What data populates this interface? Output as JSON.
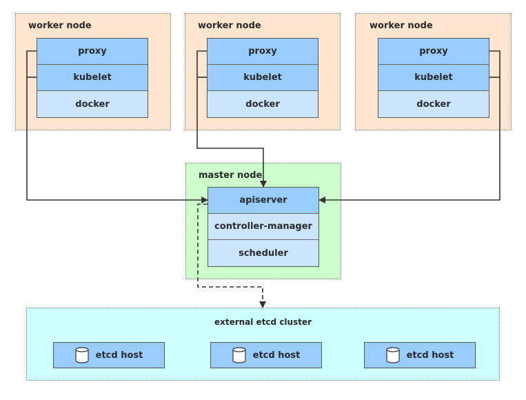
{
  "worker_nodes": [
    {
      "label": "worker node",
      "components": [
        "proxy",
        "kubelet",
        "docker"
      ]
    },
    {
      "label": "worker node",
      "components": [
        "proxy",
        "kubelet",
        "docker"
      ]
    },
    {
      "label": "worker node",
      "components": [
        "proxy",
        "kubelet",
        "docker"
      ]
    }
  ],
  "master_node": {
    "label": "master node",
    "components": [
      "apiserver",
      "controller-manager",
      "scheduler"
    ]
  },
  "etcd_cluster": {
    "label": "external etcd cluster",
    "hosts": [
      "etcd host",
      "etcd host",
      "etcd host"
    ]
  },
  "icons": {
    "etcd_host": "database-cylinder-icon"
  },
  "colors": {
    "worker_bg": "#fde5cf",
    "master_bg": "#ccffcc",
    "etcd_bg": "#ccffff",
    "component_dark": "#99ccff",
    "component_light": "#cce5ff",
    "connector": "#333333"
  }
}
